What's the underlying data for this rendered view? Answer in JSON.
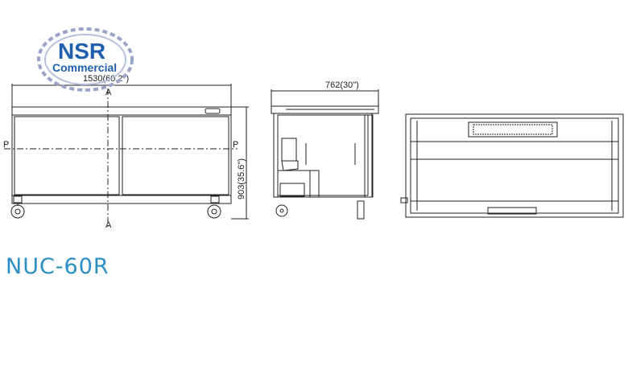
{
  "logo": {
    "line1": "NSR",
    "line2": "Commercial"
  },
  "front_view": {
    "width_label": "1530(60.2\")",
    "height_label": "903(35.6\")",
    "section_mark": "A",
    "side_mark": "P"
  },
  "side_view": {
    "depth_label": "762(30\")"
  },
  "model": "NUC-60R",
  "colors": {
    "model": "#2b8ec4",
    "logo": "#1f5fae",
    "line": "#222222"
  }
}
